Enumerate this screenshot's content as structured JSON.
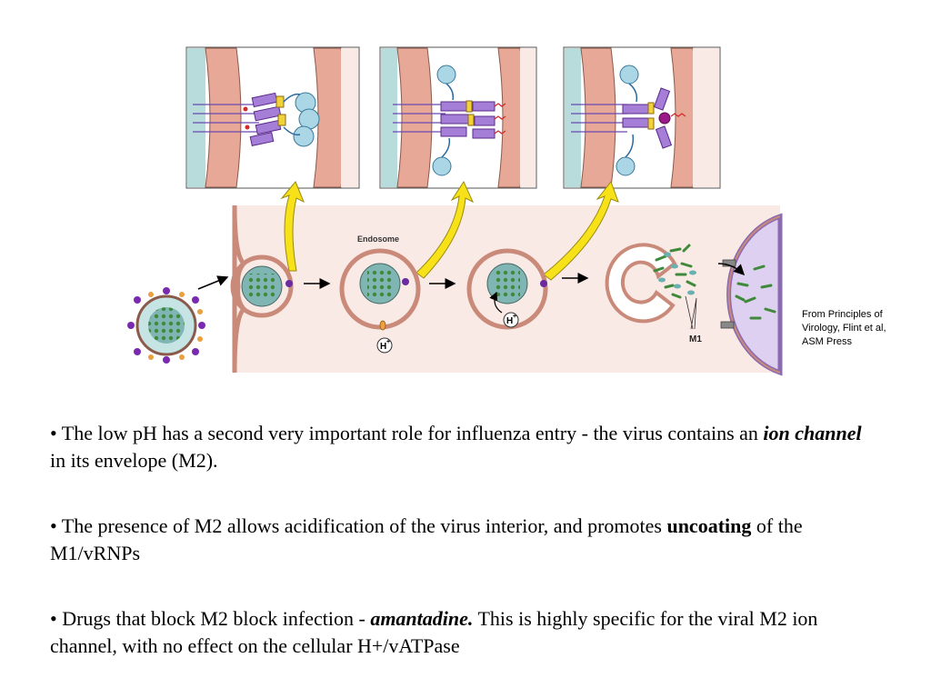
{
  "figure": {
    "endosome_label": "Endosome",
    "proton_label": "H",
    "proton_charge": "+",
    "m1_label": "M1"
  },
  "caption": {
    "text": "From Principles of Virology, Flint et al, ASM Press"
  },
  "bullets": [
    {
      "prefix": "• The low pH has a second very important role for influenza entry - the virus contains an ",
      "emphasis": "ion channel",
      "suffix": " in its envelope (M2)."
    },
    {
      "prefix": "• The presence of M2 allows acidification of the virus interior, and promotes ",
      "emphasis": "uncoating",
      "suffix": " of the M1/vRNPs"
    },
    {
      "prefix": "• Drugs that block M2 block infection - ",
      "emphasis": "amantadine.",
      "suffix": " This is highly specific for the viral M2 ion channel, with no effect on the cellular H+/vATPase"
    }
  ],
  "colors": {
    "membrane": "#e8a898",
    "cytoplasm_bg": "#faeae6",
    "teal": "#b8dcdc",
    "purple": "#8a4cc0",
    "yellow_arrow": "#f7e21a",
    "virus_core": "#7fb5b2",
    "rnp_green": "#3f8a3a",
    "nucleus": "#ddd0f0"
  }
}
